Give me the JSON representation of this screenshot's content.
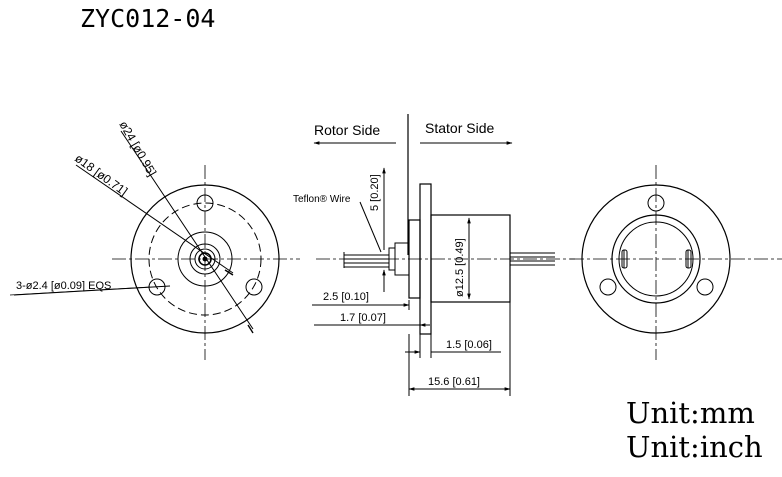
{
  "title": "ZYC012-04",
  "units": {
    "mm": "Unit:mm",
    "inch": "Unit:inch"
  },
  "labels": {
    "rotor_side": "Rotor Side",
    "stator_side": "Stator Side",
    "teflon_wire": "Teflon® Wire",
    "dia24": "ø24 [ø0.95]",
    "dia18": "ø18 [ø0.71]",
    "holes": "3-ø2.4 [ø0.09] EQS",
    "dim_5": "5 [0.20]",
    "dim_12_5": "ø12.5 [0.49]",
    "dim_2_5": "2.5 [0.10]",
    "dim_1_7": "1.7 [0.07]",
    "dim_1_5": "1.5 [0.06]",
    "dim_15_6": "15.6 [0.61]"
  }
}
